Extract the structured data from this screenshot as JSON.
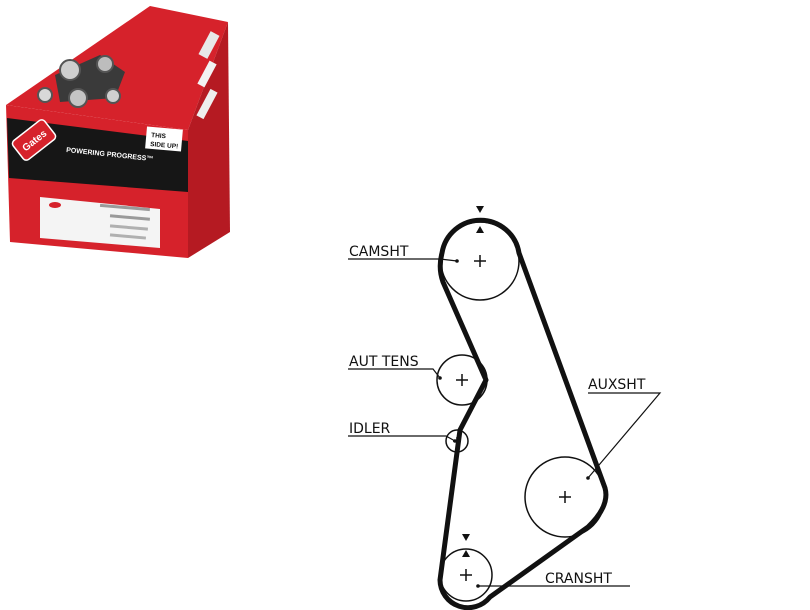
{
  "product_box": {
    "brand": "Gates",
    "slogan": "POWERING PROGRESS™",
    "orientation_label_line1": "THIS",
    "orientation_label_line2": "SIDE UP!",
    "colors": {
      "red": "#d6222b",
      "dark_red": "#a9141c",
      "black": "#161616",
      "white": "#ffffff"
    }
  },
  "diagram": {
    "labels": {
      "camshaft": "CAMSHT",
      "auto_tensioner": "AUT TENS",
      "idler": "IDLER",
      "aux_shaft": "AUXSHT",
      "crankshaft": "CRANSHT"
    },
    "colors": {
      "belt": "#111111",
      "pulley": "#111111"
    }
  }
}
